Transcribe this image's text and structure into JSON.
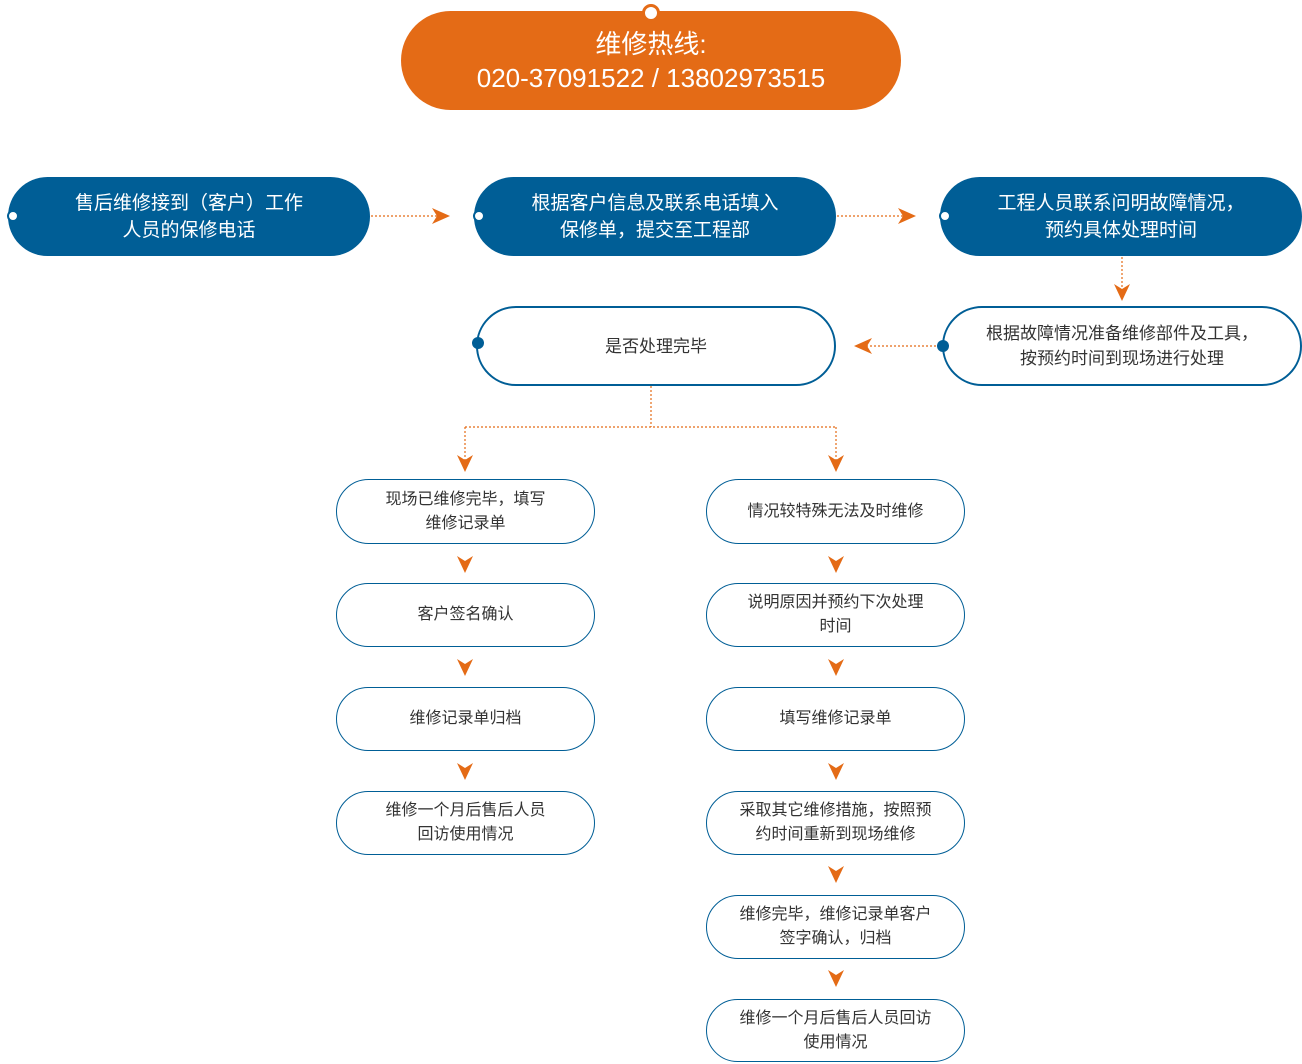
{
  "hotline": {
    "title": "维修热线:",
    "numbers": "020-37091522 / 13802973515"
  },
  "steps": {
    "receive_call": "售后维修接到（客户）工作\n人员的保修电话",
    "fill_form": "根据客户信息及联系电话填入\n保修单，提交至工程部",
    "engineer_contact": "工程人员联系问明故障情况，\n预约具体处理时间",
    "prepare_parts": "根据故障情况准备维修部件及工具，\n按预约时间到现场进行处理",
    "decision": "是否处理完毕"
  },
  "left_branch": [
    "现场已维修完毕，填写\n维修记录单",
    "客户签名确认",
    "维修记录单归档",
    "维修一个月后售后人员\n回访使用情况"
  ],
  "right_branch": [
    "情况较特殊无法及时维修",
    "说明原因并预约下次处理\n时间",
    "填写维修记录单",
    "采取其它维修措施，按照预\n约时间重新到现场维修",
    "维修完毕，维修记录单客户\n签字确认，归档",
    "维修一个月后售后人员回访\n使用情况"
  ],
  "colors": {
    "orange": "#e46b16",
    "blue": "#005e96",
    "text": "#333333"
  }
}
